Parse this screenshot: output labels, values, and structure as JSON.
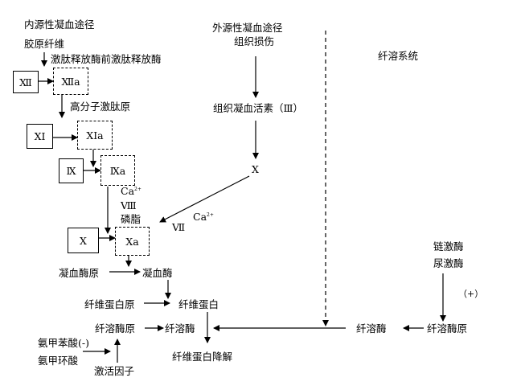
{
  "labels": {
    "intrinsic_title": "内源性凝血途径",
    "collagen": "胶原纤维",
    "kallikrein": "激肽释放酶前激肽释放酶",
    "hmwk": "高分子激肽原",
    "ca_1": "Ca",
    "ca_1_sup": "2+",
    "viii": "Ⅷ",
    "phospholipid": "磷脂",
    "extrinsic_title": "外源性凝血途径",
    "tissue_damage": "组织损伤",
    "tissue_factor": "组织凝血活素（Ⅲ）",
    "x_extrinsic": "X",
    "ca_2": "Ca",
    "ca_2_sup": "2+",
    "vii": "Ⅶ",
    "prothrombin": "凝血酶原",
    "thrombin": "凝血酶",
    "fibrinogen": "纤维蛋白原",
    "fibrin": "纤维蛋白",
    "fibrinolytic_system": "纤溶系统",
    "streptokinase": "链激酶",
    "urokinase": "尿激酶",
    "plus_sign": "（+）",
    "plasmin": "纤溶酶",
    "plasminogen": "纤溶酶原",
    "antiplasmin": "纤溶酶原",
    "plasmin_mid": "纤溶酶",
    "fibrin_degradation": "纤维蛋白降解",
    "aminomethylbenzoic": "氨甲苯酸(-)",
    "tranexamic": "氨甲环酸",
    "activating_factor": "激活因子"
  },
  "boxes": {
    "xii": "Ⅻ",
    "xiia": "Ⅻa",
    "xi": "XI",
    "xia": "XIa",
    "ix": "Ⅸ",
    "ixa": "Ⅸa",
    "x": "X",
    "xa": "Xa"
  }
}
